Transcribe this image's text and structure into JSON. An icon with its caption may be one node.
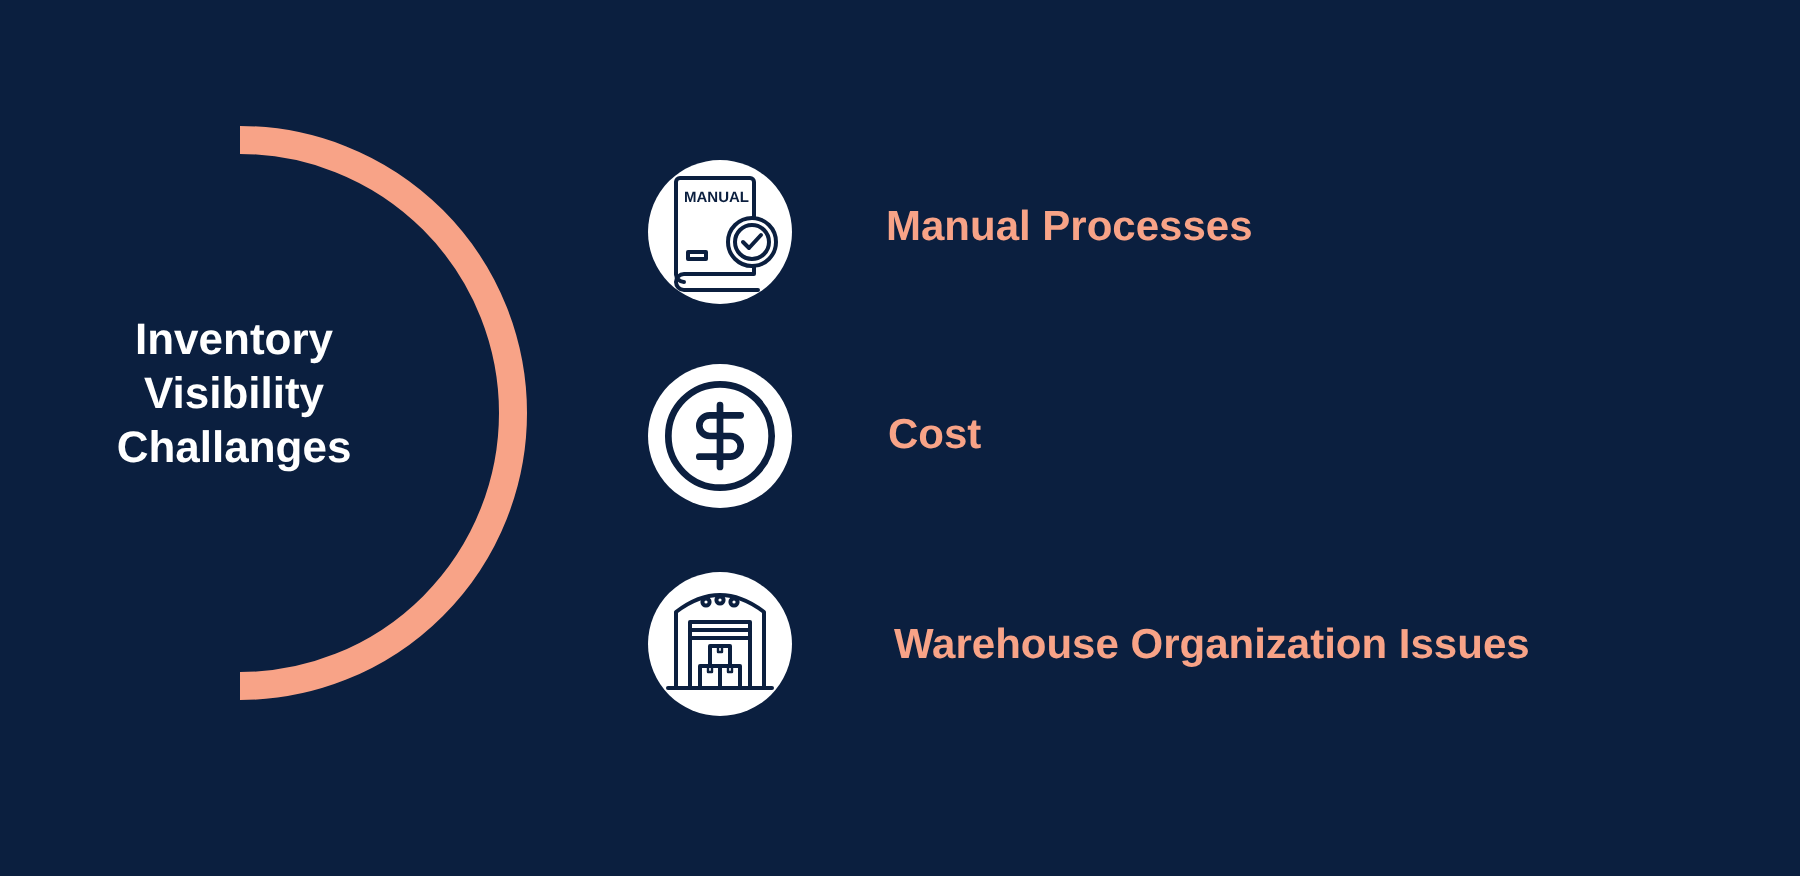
{
  "diagram": {
    "nodes": [
      {
        "text": [
          "Inventory Visibility Challanges"
        ]
      },
      {
        "text": [],
        "shape": "circle",
        "beside": [
          "Manual Processes"
        ]
      },
      {
        "text": [],
        "shape": "circle",
        "beside": [
          "Cost"
        ]
      },
      {
        "text": [],
        "shape": "circle",
        "beside": [
          "Warehouse Organization Issues"
        ]
      }
    ],
    "labels": [
      "MANUAL"
    ]
  }
}
